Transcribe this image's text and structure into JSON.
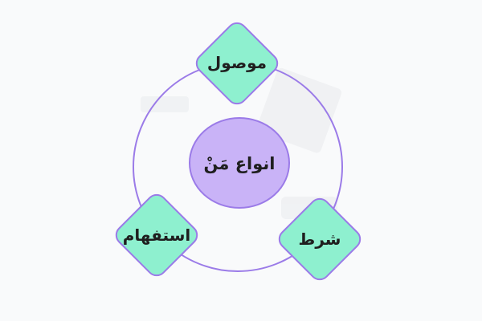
{
  "diagram": {
    "center": {
      "label": "انواع مَنْ"
    },
    "nodes": [
      {
        "id": "top",
        "label": "موصول"
      },
      {
        "id": "bottom-left",
        "label": "استفهام"
      },
      {
        "id": "bottom-right",
        "label": "شرط"
      }
    ],
    "colors": {
      "ring": "#9b7be8",
      "center_fill": "#c9b3f7",
      "center_stroke": "#9b7be8",
      "node_fill": "#8ef0cf",
      "node_stroke": "#9b7be8",
      "text": "#1f1f1f"
    }
  }
}
